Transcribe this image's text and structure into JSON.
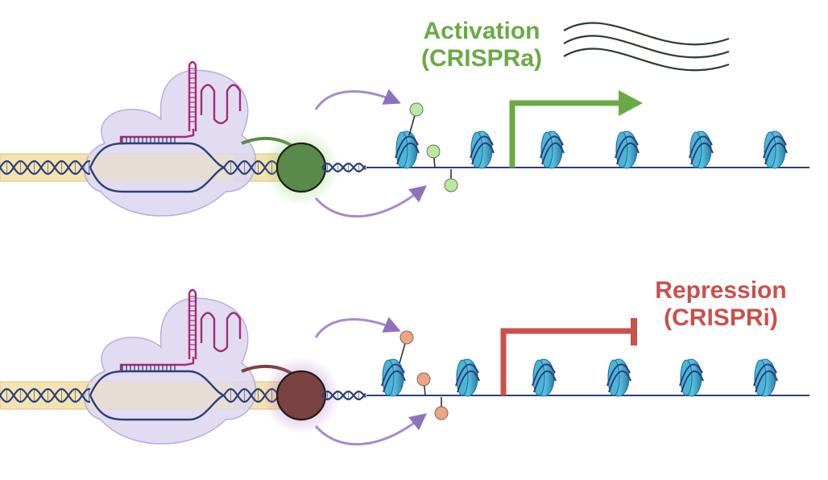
{
  "panels": [
    {
      "id": "activation",
      "title_line1": "Activation",
      "title_line2": "(CRISPRa)",
      "color": "#6aaa45",
      "effector_color": "#5a8a4a",
      "mark_color": "#b7eaa2",
      "outcome": "transcription-on"
    },
    {
      "id": "repression",
      "title_line1": "Repression",
      "title_line2": "(CRISPRi)",
      "color": "#c9504b",
      "effector_color": "#7a4240",
      "mark_color": "#eea583",
      "outcome": "transcription-off"
    }
  ],
  "colors": {
    "dna": "#2a3f7a",
    "dna_band": "#f4e2b0",
    "cas_body": "#dcd6ef",
    "nucleosome": "#3aa3c8",
    "arrow": "#9a7cc4",
    "guide_rna": "#a8297a",
    "transcript": "#2f3b2f"
  }
}
